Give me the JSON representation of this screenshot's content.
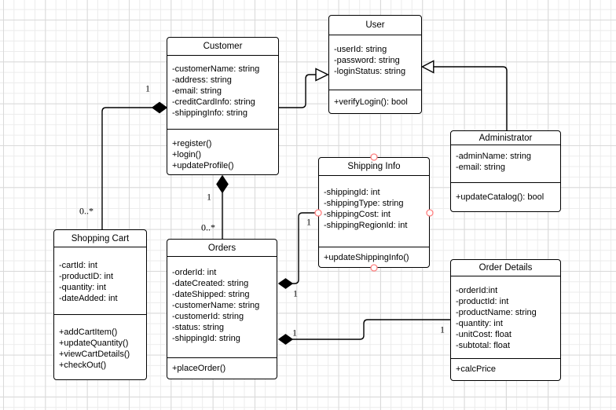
{
  "classes": {
    "customer": {
      "title": "Customer",
      "attributes": [
        "-customerName: string",
        "-address: string",
        "-email: string",
        "-creditCardInfo: string",
        "-shippingInfo: string"
      ],
      "methods": [
        "+register()",
        "+login()",
        "+updateProfile()"
      ]
    },
    "user": {
      "title": "User",
      "attributes": [
        "-userId: string",
        "-password: string",
        "-loginStatus: string"
      ],
      "methods": [
        "+verifyLogin(): bool"
      ]
    },
    "administrator": {
      "title": "Administrator",
      "attributes": [
        "-adminName: string",
        "-email: string"
      ],
      "methods": [
        "+updateCatalog(): bool"
      ]
    },
    "shipping_info": {
      "title": "Shipping Info",
      "attributes": [
        "-shippingId: int",
        "-shippingType: string",
        "-shippingCost: int",
        "-shippingRegionId: int"
      ],
      "methods": [
        "+updateShippingInfo()"
      ]
    },
    "shopping_cart": {
      "title": "Shopping Cart",
      "attributes": [
        "-cartId: int",
        "-productID: int",
        "-quantity: int",
        "-dateAdded: int"
      ],
      "methods": [
        "+addCartItem()",
        "+updateQuantity()",
        "+viewCartDetails()",
        "+checkOut()"
      ]
    },
    "orders": {
      "title": "Orders",
      "attributes": [
        "-orderId: int",
        "-dateCreated: string",
        "-dateShipped: string",
        "-customerName: string",
        "-customerId: string",
        "-status: string",
        "-shippingId: string"
      ],
      "methods": [
        "+placeOrder()"
      ]
    },
    "order_details": {
      "title": "Order Details",
      "attributes": [
        "-orderId:int",
        "-productId: int",
        "-productName: string",
        "-quantity: int",
        "-unitCost: float",
        "-subtotal: float"
      ],
      "methods": [
        "+calcPrice"
      ]
    }
  },
  "edges": {
    "customer_user": {
      "type": "generalization"
    },
    "administrator_user": {
      "type": "generalization"
    },
    "customer_shopping_cart": {
      "type": "composition",
      "source_multiplicity": "1",
      "target_multiplicity": "0..*"
    },
    "customer_orders": {
      "type": "composition",
      "source_multiplicity": "1",
      "target_multiplicity": "0..*"
    },
    "orders_shipping_info": {
      "type": "composition",
      "source_multiplicity": "1",
      "target_multiplicity": "1"
    },
    "orders_order_details": {
      "type": "composition",
      "source_multiplicity": "1",
      "target_multiplicity": "1"
    }
  },
  "colors": {
    "stroke": "#000000",
    "shape_fill": "#ffffff",
    "connection_point": "#ff8080"
  }
}
